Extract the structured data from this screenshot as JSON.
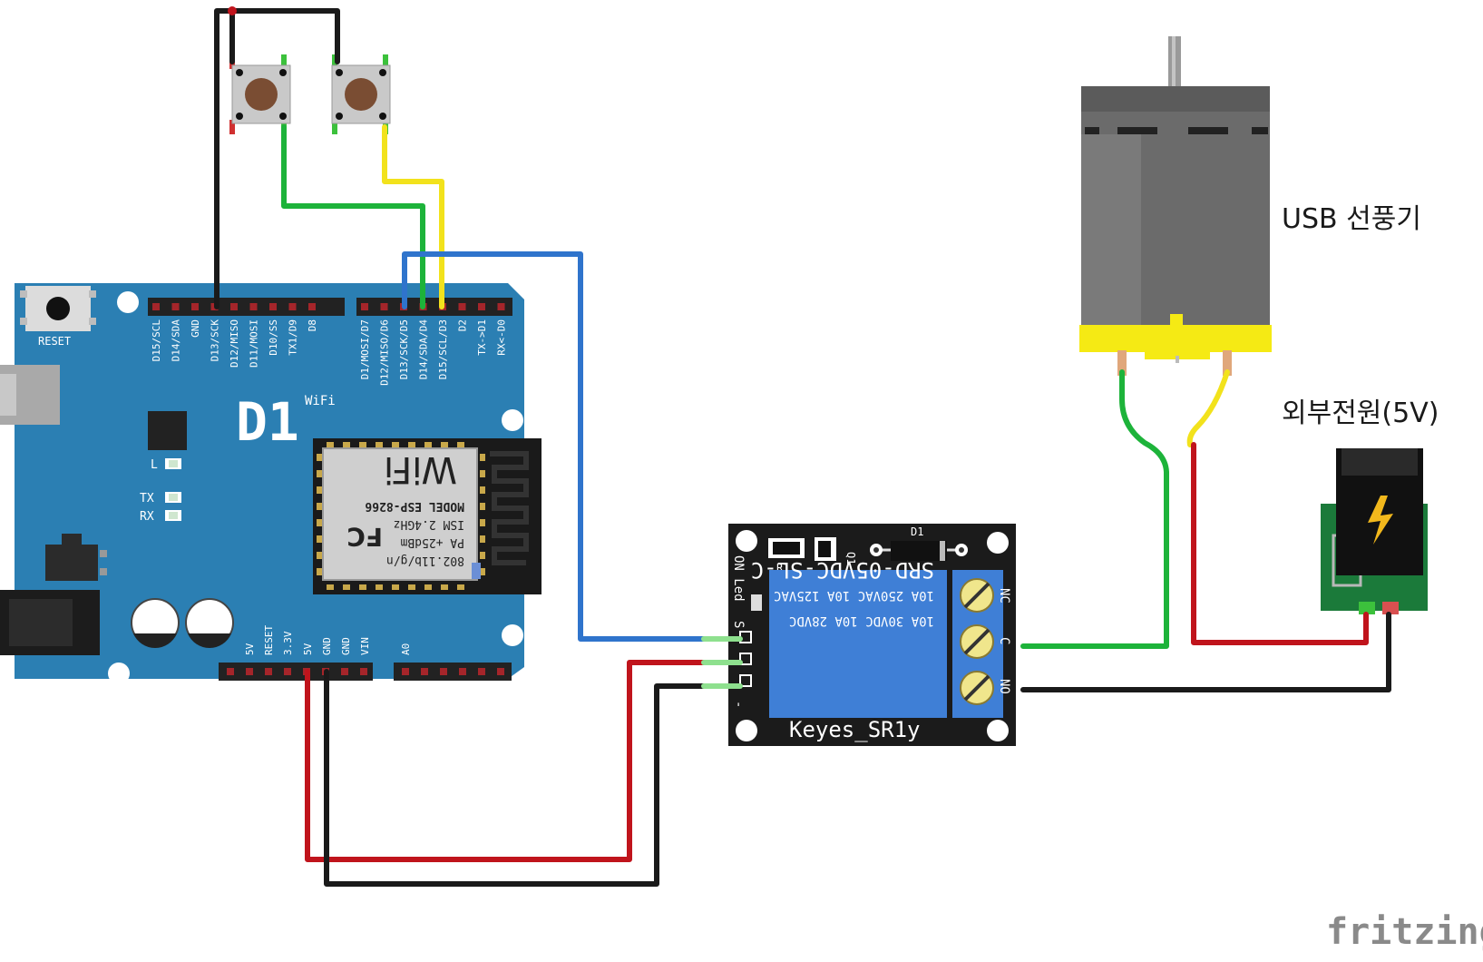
{
  "labels": {
    "fan": "USB 선풍기",
    "power": "외부전원(5V)",
    "brand": "fritzing"
  },
  "board": {
    "reset": "RESET",
    "logo": "D1",
    "wifi": "WiFi",
    "led_l": "L",
    "led_tx": "TX",
    "led_rx": "RX",
    "top_pins_a": [
      "D15/SCL",
      "D14/SDA",
      "GND",
      "D13/SCK",
      "D12/MISO",
      "D11/MOSI",
      "D10/SS",
      "TX1/D9",
      "D8"
    ],
    "top_pins_b": [
      "D1/MOSI/D7",
      "D12/MISO/D6",
      "D13/SCK/D5",
      "D14/SDA/D4",
      "D15/SCL/D3",
      "D2",
      "TX->D1",
      "RX<-D0"
    ],
    "bottom_pins": [
      "5V",
      "RESET",
      "3.3V",
      "5V",
      "GND",
      "GND",
      "VIN",
      "A0"
    ],
    "module": {
      "line1": "802.11b/g/n",
      "line2": "PA +25dBm",
      "line3": "ISM 2.4GHz",
      "line4": "MODEL ESP-8266",
      "brand": "FC",
      "wifi": "WiFi"
    }
  },
  "relay": {
    "name": "Keyes_SR1y",
    "model": "SRD-05VDC-SL-C",
    "rating1": "10A 250VAC  10A 125VAC",
    "rating2": "10A 30VDC  10A 28VDC",
    "r1": "R1",
    "q1": "Q1",
    "d1": "D1",
    "on_led": "ON Led",
    "s_pin": "S",
    "minus_pin": "-",
    "nc": "NC",
    "c": "C",
    "no": "NO"
  },
  "colors": {
    "board": "#2b7fb3",
    "wire_black": "#1a1a1a",
    "wire_red": "#c0141c",
    "wire_green": "#1db33a",
    "wire_yellow": "#f2e21c",
    "wire_blue": "#2f74cc",
    "relay_blue": "#3f7fd6",
    "motor_body": "#6b6b6b",
    "motor_cap": "#f5ea14"
  }
}
